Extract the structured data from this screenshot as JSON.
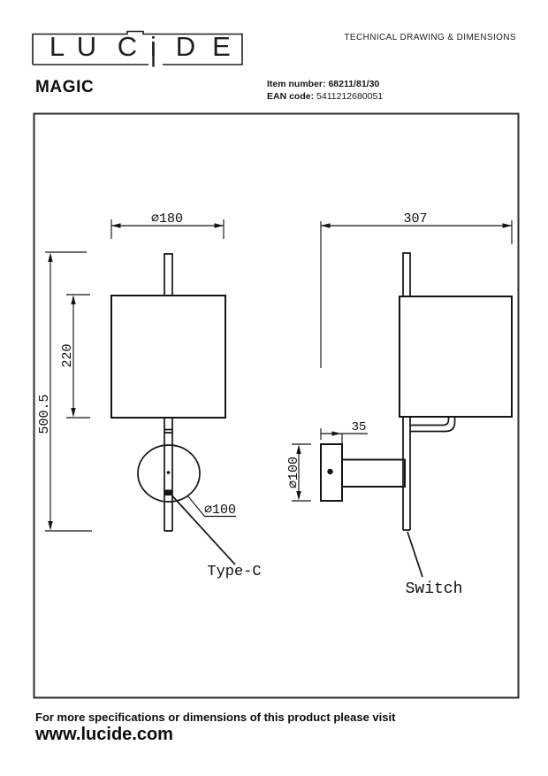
{
  "header": {
    "logo": {
      "letters": [
        "L",
        "U",
        "C",
        "i",
        "D",
        "E"
      ]
    },
    "doc_title": "TECHNICAL DRAWING & DIMENSIONS",
    "product_name": "MAGIC",
    "item_number_label": "Item number:",
    "item_number_value": "68211/81/30",
    "ean_label": "EAN code:",
    "ean_value": "5411212680051"
  },
  "drawing": {
    "front_view": {
      "shade_diameter": "⌀180",
      "shade_height": "220",
      "total_height": "500.5",
      "base_diameter": "⌀100",
      "port_label": "Type-C"
    },
    "side_view": {
      "total_depth": "307",
      "bracket_depth": "35",
      "backplate_diameter": "⌀100",
      "switch_label": "Switch"
    }
  },
  "footer": {
    "note": "For more specifications or dimensions of this product please visit",
    "website": "www.lucide.com"
  }
}
